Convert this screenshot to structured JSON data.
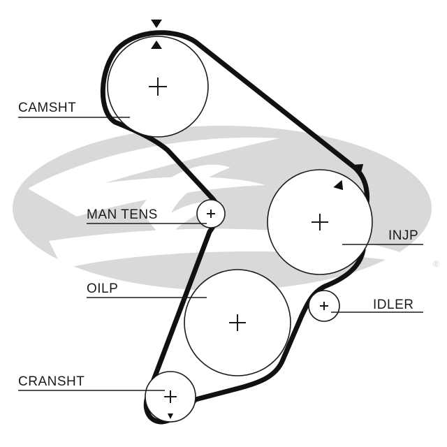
{
  "diagram": {
    "colors": {
      "belt": "#111111",
      "outline": "#1a1a1a",
      "watermark": "#d9d9d9",
      "background": "#ffffff"
    },
    "labels": {
      "camshaft": "CAMSHT",
      "man_tens": "MAN TENS",
      "oil_pump": "OILP",
      "crankshaft": "CRANSHT",
      "injection_pump": "INJP",
      "idler": "IDLER"
    },
    "watermark_mark": "®",
    "icons": [
      "timing-mark-icon",
      "center-cross-icon",
      "registered-mark-icon"
    ]
  }
}
